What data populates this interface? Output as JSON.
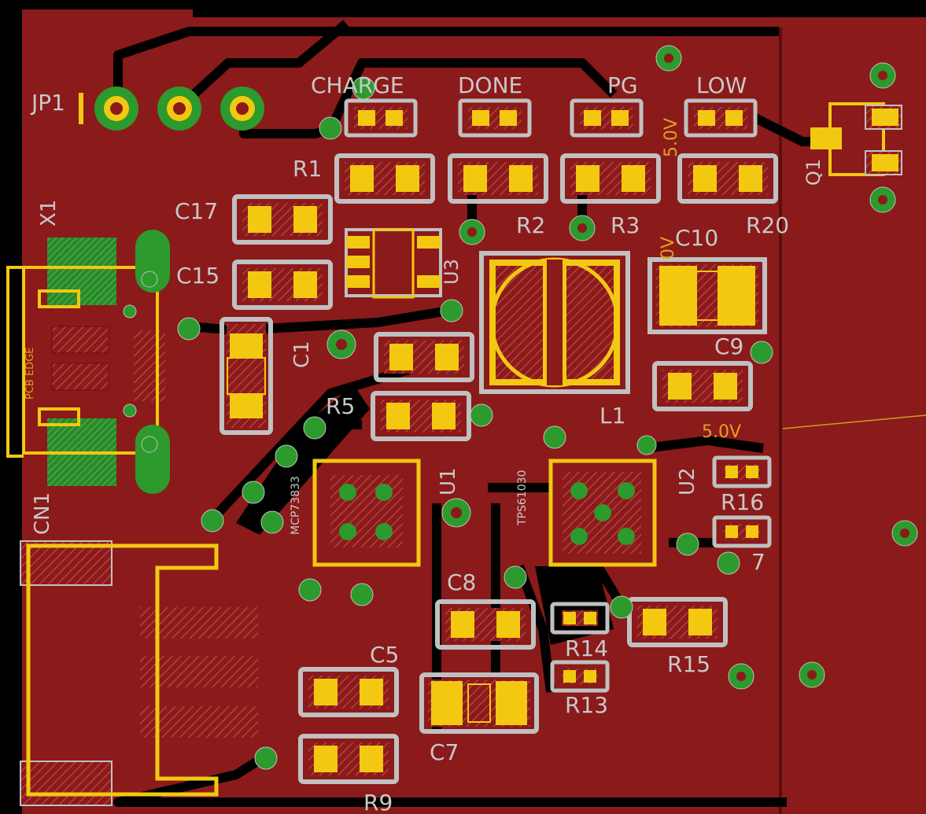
{
  "colors": {
    "background": "#000000",
    "copper": "#8b1a1a",
    "copper_hatch": "#a83232",
    "pad": "#f2c811",
    "keepout": "#c0c0c0",
    "via": "#2c9a2c",
    "silk_text": "#c8c8c8",
    "net_text": "#e0a020"
  },
  "labels": {
    "jp1": "JP1",
    "x1": "X1",
    "cn1": "CN1",
    "pcb_edge": "PCB EDGE",
    "charge": "CHARGE",
    "done": "DONE",
    "pg": "PG",
    "low": "LOW",
    "r1": "R1",
    "r2": "R2",
    "r3": "R3",
    "r20": "R20",
    "c17": "C17",
    "c15": "C15",
    "c1": "C1",
    "u3": "U3",
    "c10": "C10",
    "c9": "C9",
    "l1": "L1",
    "r5": "R5",
    "u1": "U1",
    "u1_part": "MCP73833",
    "u2": "U2",
    "u2_part": "TPS61030",
    "r16": "R16",
    "c8": "C8",
    "c5": "C5",
    "c7": "C7",
    "r9": "R9",
    "r14": "R14",
    "r13": "R13",
    "r15": "R15",
    "q1": "Q1",
    "net_5v_a": "5.0V",
    "net_5v_b": "5.0V",
    "net_0v": "0V",
    "seven": "7"
  }
}
